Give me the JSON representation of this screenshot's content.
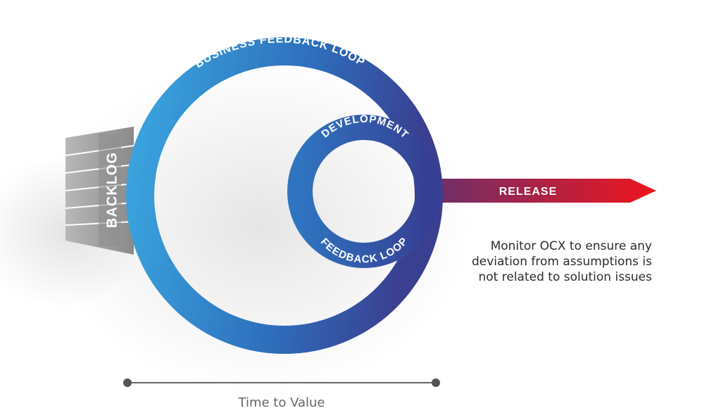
{
  "diagram": {
    "backlog_label": "BACKLOG",
    "outer_loop_label": "BUSINESS FEEDBACK LOOP",
    "inner_loop_top_label": "DEVELOPMENT",
    "inner_loop_bottom_label": "FEEDBACK LOOP",
    "release_label": "RELEASE",
    "monitor_note": [
      "Monitor OCX to ensure any",
      "deviation from assumptions is",
      "not related to solution issues"
    ],
    "timeline_label": "Time to Value"
  },
  "colors": {
    "loop_start": "#3aa6df",
    "loop_mid": "#2a5fae",
    "loop_end": "#3b3f90",
    "release_start": "#6b2f6a",
    "release_end": "#f0141e",
    "backlog": "#9a9a9a",
    "timeline": "#666666"
  }
}
